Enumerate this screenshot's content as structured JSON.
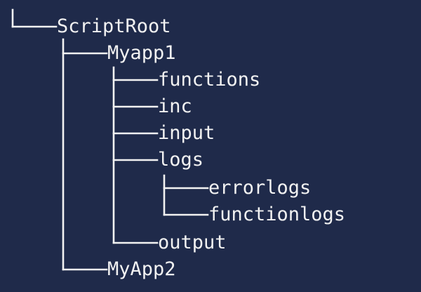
{
  "theme": {
    "background": "#1f2a4a",
    "foreground": "#f2f2f2"
  },
  "tree": {
    "root": "ScriptRoot",
    "app1": {
      "name": "Myapp1",
      "children": {
        "functions": "functions",
        "inc": "inc",
        "input": "input",
        "logs": {
          "name": "logs",
          "children": {
            "errorlogs": "errorlogs",
            "functionlogs": "functionlogs"
          }
        },
        "output": "output"
      }
    },
    "app2": {
      "name": "MyApp2"
    }
  }
}
